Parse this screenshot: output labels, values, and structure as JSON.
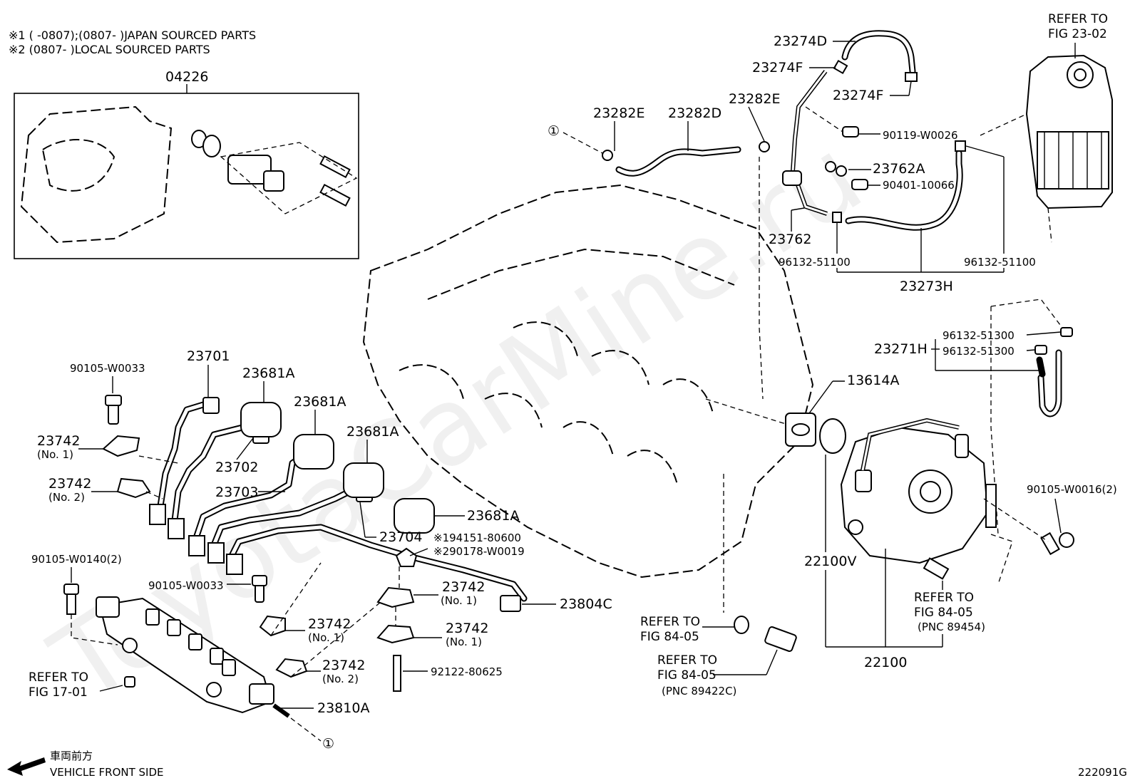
{
  "notes": {
    "note1": "※1 (      -0807);(0807-      )JAPAN SOURCED PARTS",
    "note2": "※2 (0807-      )LOCAL SOURCED PARTS"
  },
  "watermark": "ToyotaCarMine.ru",
  "drawing_number": "222091G",
  "front_side": {
    "jp": "車両前方",
    "en": "VEHICLE FRONT SIDE",
    "icon": "arrow-left-icon"
  },
  "circle_marker": "①",
  "parts": {
    "p04226": "04226",
    "p23274D": "23274D",
    "p23274F_a": "23274F",
    "p23274F_b": "23274F",
    "p23282E_a": "23282E",
    "p23282D": "23282D",
    "p23282E_b": "23282E",
    "p90119_W0026": "90119-W0026",
    "p23762A": "23762A",
    "p90401_10066": "90401-10066",
    "p23762": "23762",
    "p96132_51100_a": "96132-51100",
    "p96132_51100_b": "96132-51100",
    "p23273H": "23273H",
    "p96132_51300_a": "96132-51300",
    "p96132_51300_b": "96132-51300",
    "p23271H": "23271H",
    "p13614A": "13614A",
    "p90105_W0033_a": "90105-W0033",
    "p23701": "23701",
    "p23681A_a": "23681A",
    "p23681A_b": "23681A",
    "p23681A_c": "23681A",
    "p23681A_d": "23681A",
    "p23742_a": "23742",
    "p23742_a_sub": "(No. 1)",
    "p23742_b": "23742",
    "p23742_b_sub": "(No. 2)",
    "p23702": "23702",
    "p23703": "23703",
    "p23704": "23704",
    "p194151": "※194151-80600",
    "p290178": "※290178-W0019",
    "p90105_W0140": "90105-W0140(2)",
    "p90105_W0033_b": "90105-W0033",
    "p23742_c": "23742",
    "p23742_c_sub": "(No. 1)",
    "p23742_d": "23742",
    "p23742_d_sub": "(No. 1)",
    "p23742_e": "23742",
    "p23742_e_sub": "(No. 2)",
    "p23742_f": "23742",
    "p23742_f_sub": "(No. 1)",
    "p23804C": "23804C",
    "p92122_80625": "92122-80625",
    "p23810A": "23810A",
    "p22100V": "22100V",
    "p22100": "22100",
    "p90105_W0016": "90105-W0016(2)"
  },
  "refs": {
    "fig2302_a": "REFER TO",
    "fig2302_b": "FIG 23-02",
    "fig1701_a": "REFER TO",
    "fig1701_b": "FIG 17-01",
    "fig8405a_a": "REFER TO",
    "fig8405a_b": "FIG 84-05",
    "fig8405b_a": "REFER TO",
    "fig8405b_b": "FIG 84-05",
    "fig8405b_c": "(PNC 89422C)",
    "fig8405c_a": "REFER TO",
    "fig8405c_b": "FIG 84-05",
    "fig8405c_c": "(PNC 89454)"
  }
}
